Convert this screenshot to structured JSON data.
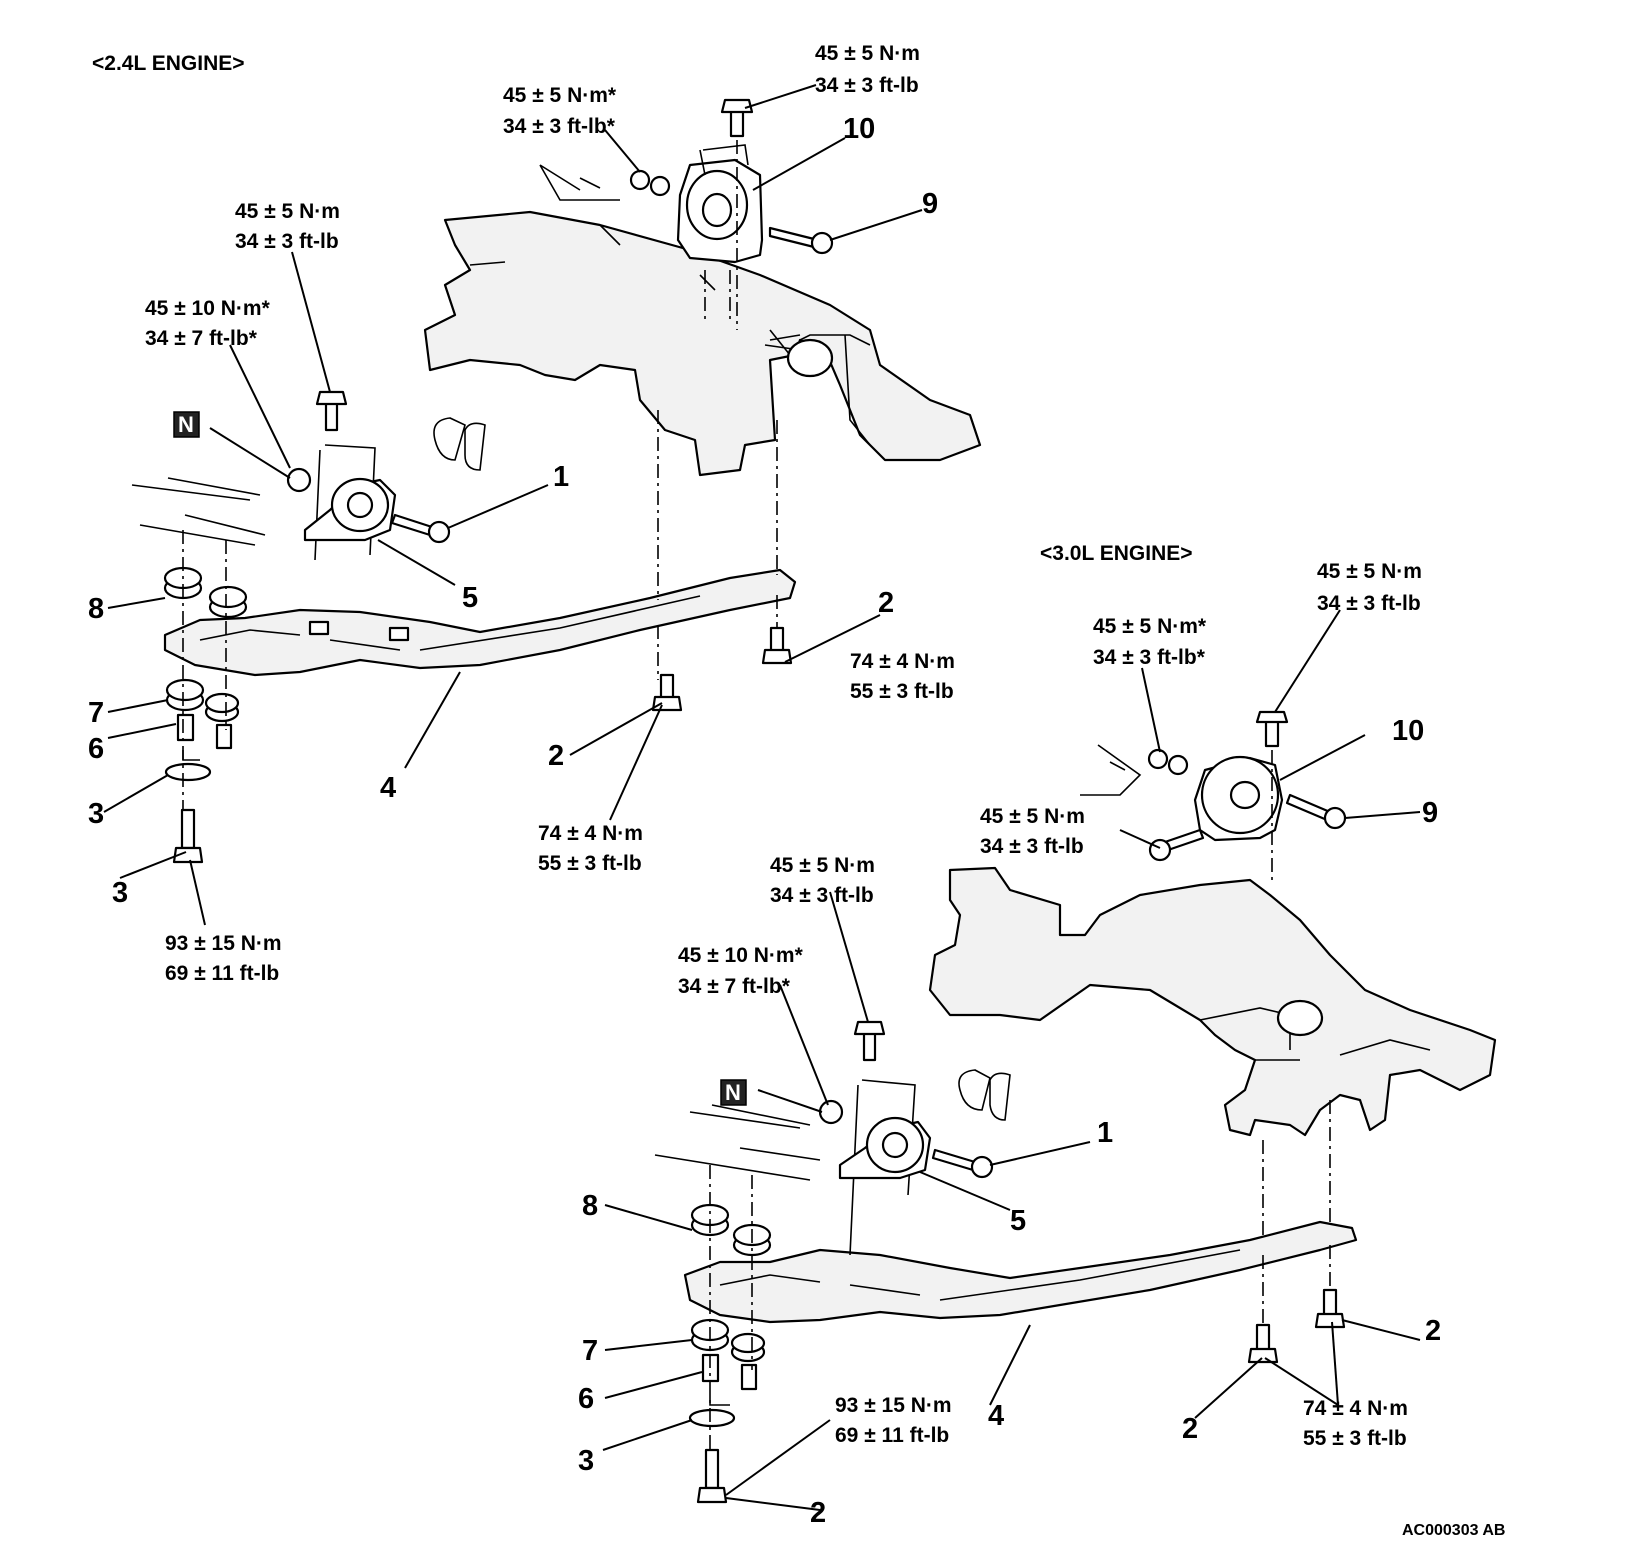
{
  "headers": {
    "engine_24": "<2.4L ENGINE>",
    "engine_30": "<3.0L ENGINE>"
  },
  "torques": {
    "t45_5_nm": "45 ± 5 N·m",
    "t34_3_ftlb": "34 ± 3 ft-lb",
    "t45_5_nm_star": "45 ± 5 N·m*",
    "t34_3_ftlb_star": "34 ± 3 ft-lb*",
    "t45_10_nm_star": "45 ± 10 N·m*",
    "t34_7_ftlb_star": "34 ± 7 ft-lb*",
    "t74_4_nm": "74 ± 4 N·m",
    "t55_3_ftlb": "55 ± 3 ft-lb",
    "t93_15_nm": "93 ± 15 N·m",
    "t69_11_ftlb": "69 ± 11 ft-lb"
  },
  "part_numbers": [
    "1",
    "2",
    "3",
    "4",
    "5",
    "6",
    "7",
    "8",
    "9",
    "10"
  ],
  "n_symbol": "N",
  "reference_code": "AC000303 AB"
}
